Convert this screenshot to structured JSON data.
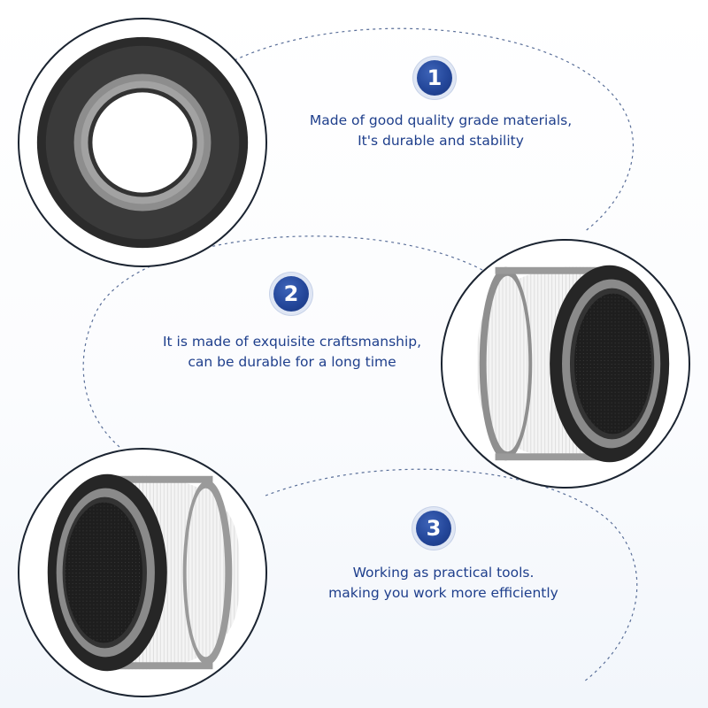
{
  "accent_color": "#24479a",
  "features": [
    {
      "number": "1",
      "line1": "Made of good quality grade materials,",
      "line2": "It's durable and stability"
    },
    {
      "number": "2",
      "line1": "It is made of exquisite craftsmanship,",
      "line2": "can be durable for a long time"
    },
    {
      "number": "3",
      "line1": "Working as practical tools.",
      "line2": "making you work more efficiently"
    }
  ],
  "photos": [
    {
      "subject": "filter-top-view-icon"
    },
    {
      "subject": "filter-side-view-right-icon"
    },
    {
      "subject": "filter-side-view-left-icon"
    }
  ]
}
